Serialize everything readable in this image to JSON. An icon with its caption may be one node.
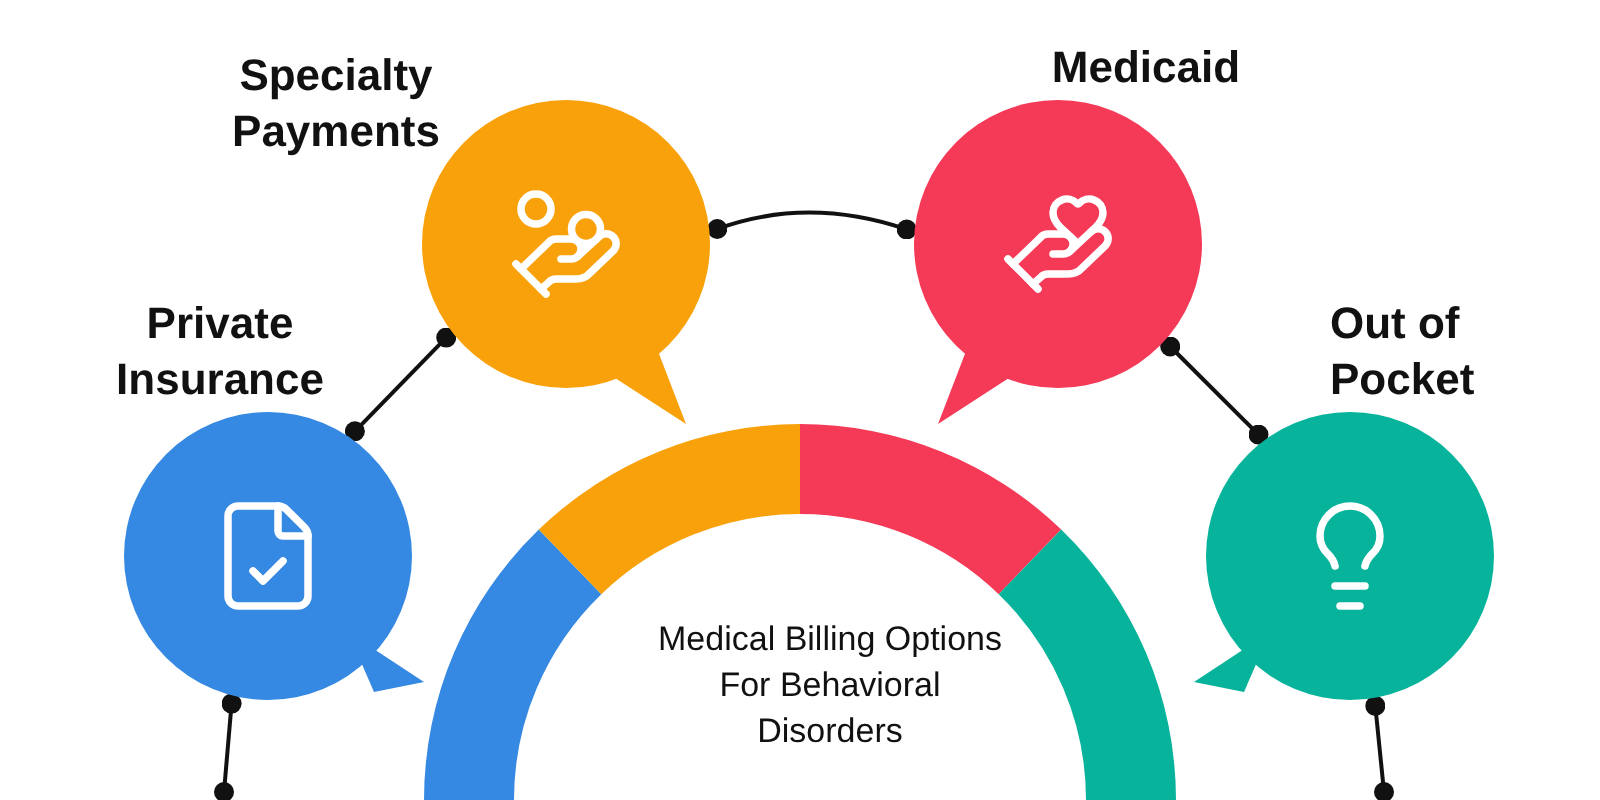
{
  "diagram": {
    "nodes": [
      {
        "text": [
          "Private Insurance"
        ]
      },
      {
        "text": [
          "Specialty Payments"
        ]
      },
      {
        "text": [
          "Medicaid"
        ]
      },
      {
        "text": [
          "Out of Pocket"
        ]
      },
      {
        "text": [
          "Medical Billing Options For Behavioral Disorders"
        ]
      }
    ],
    "edges": [
      {
        "from": 0,
        "to": 1,
        "arrow": "other"
      },
      {
        "from": 1,
        "to": 2,
        "arrow": "other"
      },
      {
        "from": 2,
        "to": 3,
        "arrow": "other"
      },
      {
        "from": 0,
        "to": null,
        "arrow": "other"
      },
      {
        "from": 3,
        "to": null,
        "arrow": "other"
      }
    ]
  }
}
